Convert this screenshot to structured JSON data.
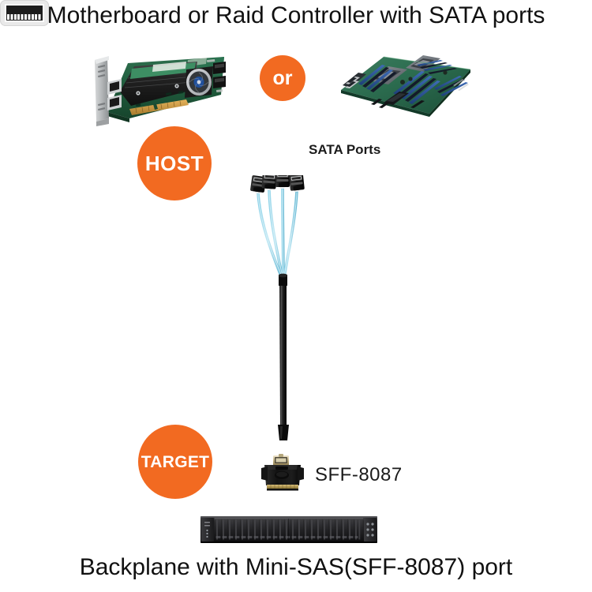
{
  "diagram": {
    "title": "Motherboard or Raid Controller with SATA ports",
    "bottom_caption": "Backplane with Mini-SAS(SFF-8087) port",
    "accent_color": "#F26A21",
    "background_color": "#FFFFFF"
  },
  "badges": {
    "or": "or",
    "host": "HOST",
    "target": "TARGET"
  },
  "labels": {
    "sata_ports": "SATA Ports",
    "sff_8087": "SFF-8087"
  },
  "parts": {
    "raid_card": {
      "name": "Raid Controller Card",
      "icon": "raid-controller-card-image"
    },
    "motherboard": {
      "name": "Server Motherboard",
      "icon": "motherboard-image"
    },
    "sata_port_icon": {
      "name": "SATA Port",
      "icon": "sata-port-icon"
    },
    "cable": {
      "name": "Mini-SAS SFF-8087 to 4x SATA Cable",
      "icon": "sata-breakout-cable-image",
      "connector_count": 4
    },
    "sff_connector": {
      "name": "SFF-8087 Mini-SAS Connector",
      "icon": "sff-8087-connector-image"
    },
    "backplane": {
      "name": "Rackmount Backplane Chassis",
      "icon": "backplane-chassis-image",
      "drive_bay_count": 24
    }
  }
}
